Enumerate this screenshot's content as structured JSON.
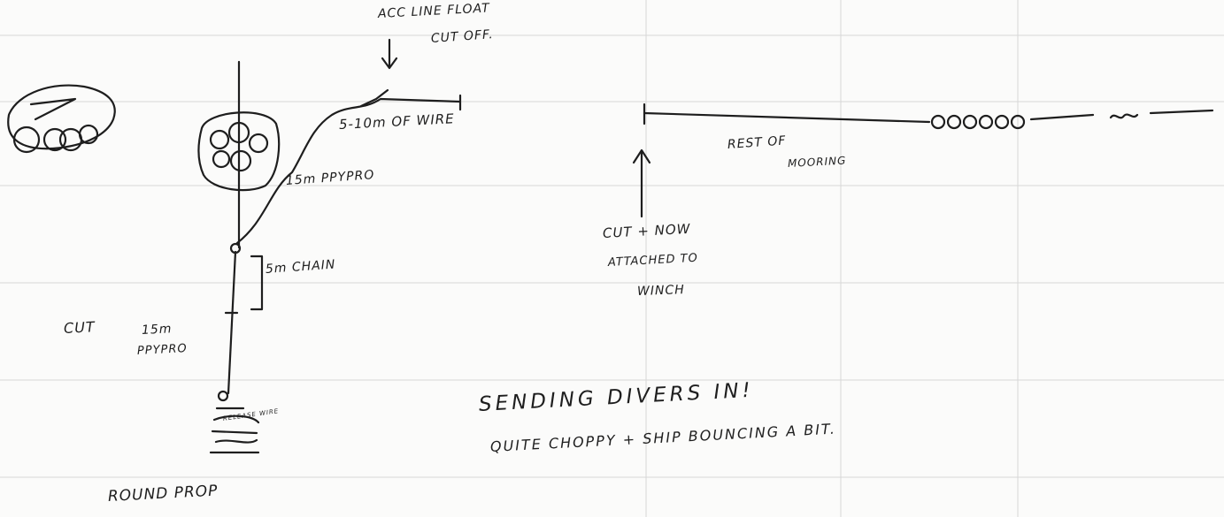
{
  "notes": {
    "acc_line": "ACC LINE FLOAT",
    "cut_off": "CUT OFF.",
    "wire": "5-10m OF WIRE",
    "pp_15m": "15m PPYPRO",
    "rest_mooring_1": "REST OF",
    "rest_mooring_2": "MOORING",
    "cut_now_1": "CUT + NOW",
    "cut_now_2": "ATTACHED TO",
    "cut_now_3": "WINCH",
    "chain": "5m CHAIN",
    "cut": "CUT",
    "pp_15m_lower_1": "15m",
    "pp_15m_lower_2": "PPYPRO",
    "release_wire": "RELEASE WIRE",
    "round_prop": "ROUND PROP",
    "sending_divers": "SENDING DIVERS IN!",
    "choppy": "QUITE CHOPPY + SHIP BOUNCING A BIT."
  }
}
